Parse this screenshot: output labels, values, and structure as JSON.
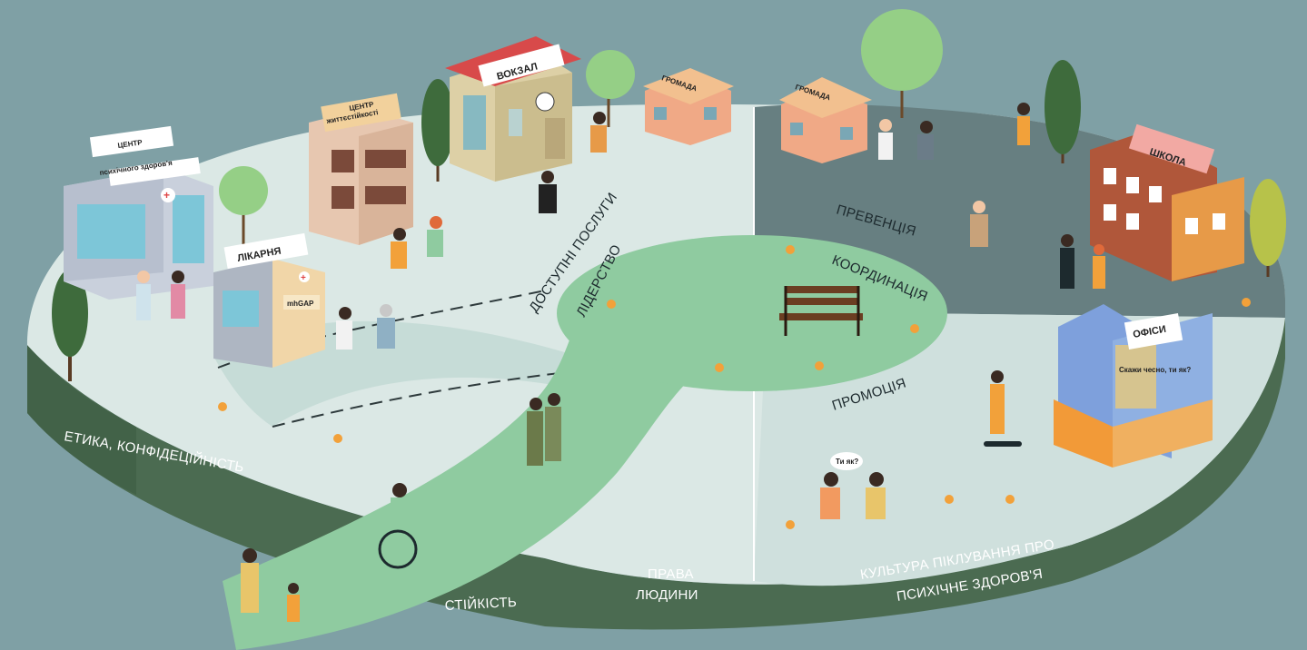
{
  "colors": {
    "background": "#7fa0a5",
    "platform_top_light": "#dbe8e5",
    "platform_top_dark": "#677f81",
    "platform_side": "#4b6b51",
    "platform_side_dark": "#3c5b43",
    "inner_circle": "#8fcba0",
    "path": "#8fcba0"
  },
  "labels": {
    "ethics": "ЕТИКА, КОНФІДЕЦІЙНІСТЬ",
    "resilience": "СТІЙКІСТЬ",
    "human_rights_1": "ПРАВА",
    "human_rights_2": "ЛЮДИНИ",
    "culture_1": "КУЛЬТУРА ПІКЛУВАННЯ ПРО",
    "culture_2": "ПСИХІЧНЕ ЗДОРОВ'Я",
    "accessible_services": "ДОСТУПНІ ПОСЛУГИ",
    "leadership": "ЛІДЕРСТВО",
    "coordination": "КООРДИНАЦІЯ",
    "prevention": "ПРЕВЕНЦІЯ",
    "promotion": "ПРОМОЦІЯ"
  },
  "signs": {
    "mental_center_1": "ЦЕНТР",
    "mental_center_2": "психічного здоров'я",
    "hospital": "ЛІКАРНЯ",
    "mhgap": "mhGAP",
    "resilience_center_1": "ЦЕНТР",
    "resilience_center_2": "життєстійкості",
    "station": "ВОКЗАЛ",
    "community_left": "ГРОМАДА",
    "community_right": "ГРОМАДА",
    "school": "ШКОЛА",
    "offices": "ОФІСИ",
    "billboard": "Скажи чесно, ти як?",
    "speech": "Ти як?"
  },
  "icons": [
    "bench-icon",
    "flower-icon",
    "tree-icon",
    "building-icon",
    "person-icon",
    "wheelchair-icon",
    "skateboard-icon",
    "speech-bubble-icon"
  ]
}
